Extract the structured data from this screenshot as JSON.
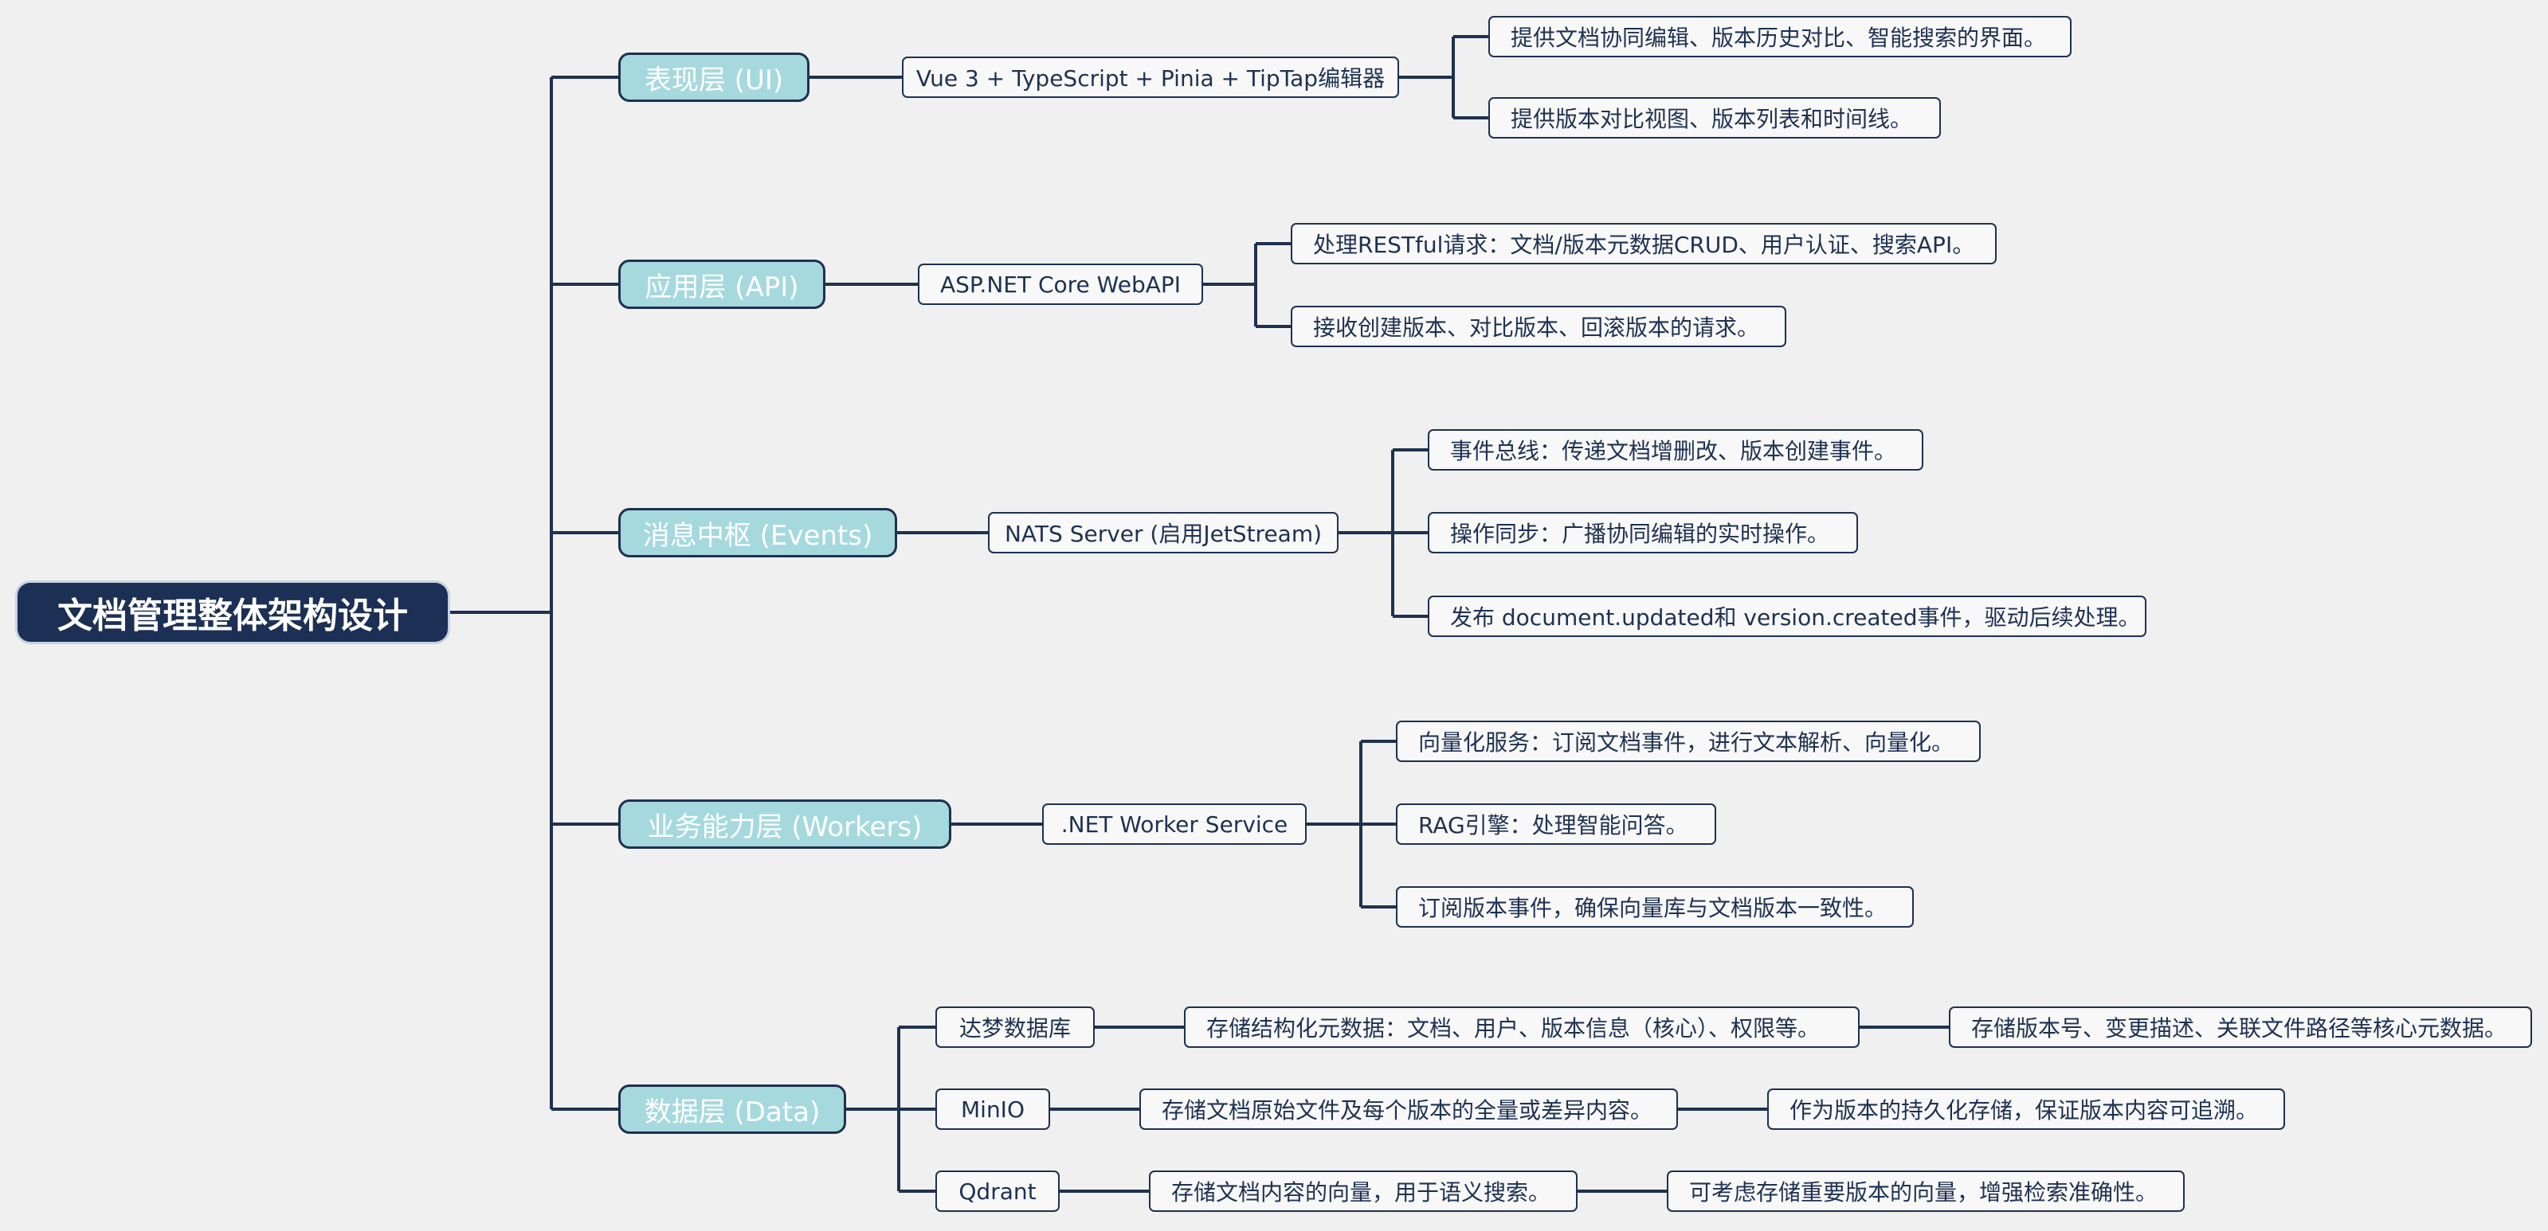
{
  "root": {
    "label": "文档管理整体架构设计"
  },
  "layers": [
    {
      "label": "表现层 (UI)",
      "tech": "Vue 3 + TypeScript + Pinia + TipTap编辑器",
      "details": [
        "提供文档协同编辑、版本历史对比、智能搜索的界面。",
        "提供版本对比视图、版本列表和时间线。"
      ]
    },
    {
      "label": "应用层 (API)",
      "tech": "ASP.NET Core WebAPI",
      "details": [
        "处理RESTful请求：文档/版本元数据CRUD、用户认证、搜索API。",
        "接收创建版本、对比版本、回滚版本的请求。"
      ]
    },
    {
      "label": "消息中枢 (Events)",
      "tech": "NATS Server (启用JetStream)",
      "details": [
        "事件总线：传递文档增删改、版本创建事件。",
        "操作同步：广播协同编辑的实时操作。",
        "发布 document.updated和 version.created事件，驱动后续处理。"
      ]
    },
    {
      "label": "业务能力层 (Workers)",
      "tech": ".NET Worker Service",
      "details": [
        "向量化服务：订阅文档事件，进行文本解析、向量化。",
        "RAG引擎：处理智能问答。",
        "订阅版本事件，确保向量库与文档版本一致性。"
      ]
    },
    {
      "label": "数据层 (Data)",
      "stores": [
        {
          "name": "达梦数据库",
          "desc": "存储结构化元数据：文档、用户、版本信息（核心）、权限等。",
          "note": "存储版本号、变更描述、关联文件路径等核心元数据。"
        },
        {
          "name": "MinIO",
          "desc": "存储文档原始文件及每个版本的全量或差异内容。",
          "note": "作为版本的持久化存储，保证版本内容可追溯。"
        },
        {
          "name": "Qdrant",
          "desc": "存储文档内容的向量，用于语义搜索。",
          "note": "可考虑存储重要版本的向量，增强检索准确性。"
        }
      ]
    }
  ],
  "colors": {
    "background": "#f0f0f0",
    "root_fill": "#1c2f54",
    "layer_fill": "#a6d9de",
    "line": "#1e3150",
    "box_fill": "#f8f8f8"
  }
}
